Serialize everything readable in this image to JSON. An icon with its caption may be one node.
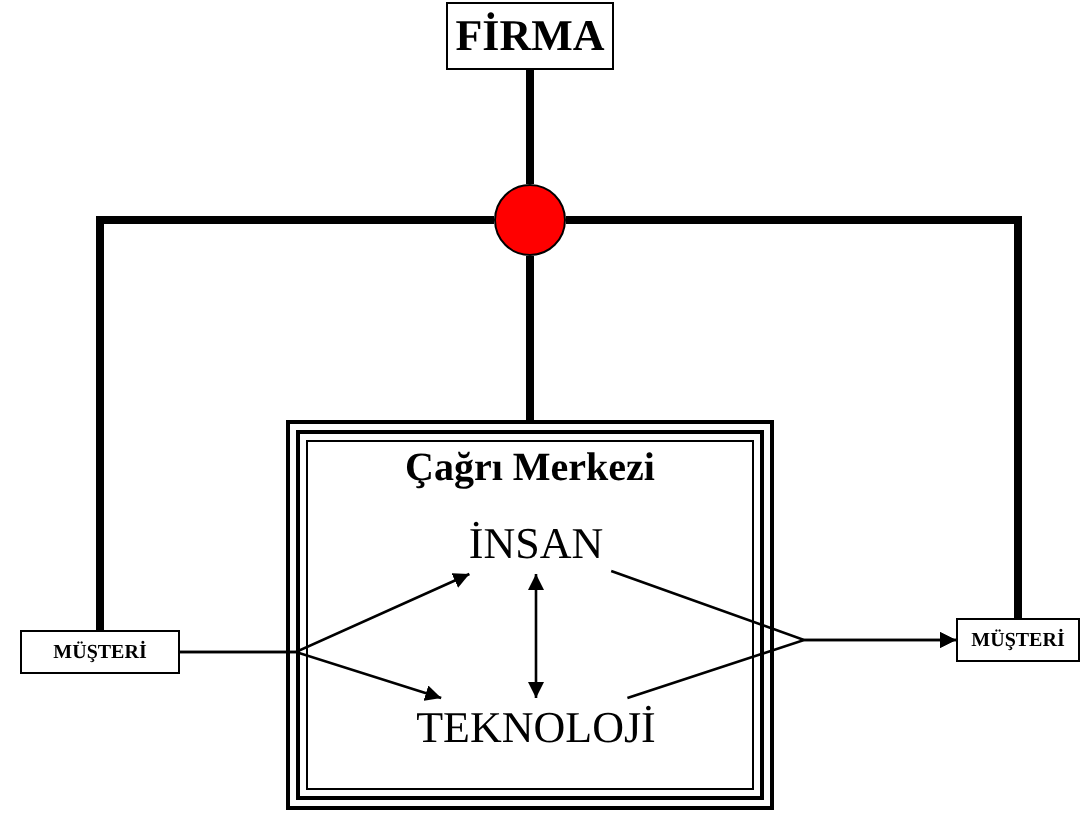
{
  "diagram": {
    "nodes": [
      {
        "text": [
          "FİRMA"
        ]
      },
      {
        "text": [],
        "shape": "circle"
      },
      {
        "text": [
          "Çağrı Merkezi"
        ]
      },
      {
        "text": [
          "İNSAN"
        ],
        "in": 2
      },
      {
        "text": [
          "TEKNOLOJİ"
        ],
        "in": 2
      },
      {
        "text": [
          "MÜŞTERİ"
        ]
      },
      {
        "text": [
          "MÜŞTERİ"
        ]
      }
    ],
    "edges": [
      {
        "from": 0,
        "to": 1,
        "arrow": "none",
        "style": "thick"
      },
      {
        "from": 1,
        "to": 5,
        "arrow": "none",
        "style": "thick"
      },
      {
        "from": 1,
        "to": 6,
        "arrow": "none",
        "style": "thick"
      },
      {
        "from": 1,
        "to": 2,
        "arrow": "none",
        "style": "thick"
      },
      {
        "from": 5,
        "to": 3,
        "arrow": "to"
      },
      {
        "from": 5,
        "to": 4,
        "arrow": "to"
      },
      {
        "from": 3,
        "to": 4,
        "arrow": "both"
      },
      {
        "from": 3,
        "to": 6,
        "arrow": "to"
      },
      {
        "from": 4,
        "to": 6,
        "arrow": "to"
      }
    ]
  }
}
